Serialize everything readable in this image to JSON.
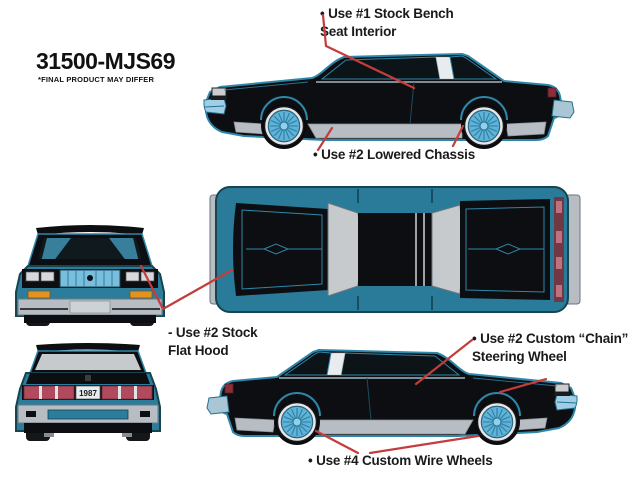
{
  "header": {
    "title": "31500-MJS69",
    "disclaimer": "*FINAL PRODUCT MAY DIFFER"
  },
  "annotations": {
    "bench_seat": "• Use #1 Stock Bench\nSeat Interior",
    "lowered_chassis": "• Use #2 Lowered Chassis",
    "flat_hood": "- Use #2 Stock\nFlat Hood",
    "steering_wheel": "• Use #2 Custom “Chain”\nSteering Wheel",
    "wire_wheels": "• Use #4 Custom Wire Wheels"
  },
  "vehicle": {
    "license_plate": "1987",
    "views": [
      "side-profile-lowered",
      "top",
      "front",
      "rear",
      "side-profile-custom"
    ]
  },
  "colors": {
    "pointer_red": "#c43c3c",
    "body_black": "#0c0e11",
    "trim_teal": "#2e86a8",
    "body_teal": "#2c7d9c",
    "wheel_blue": "#5fb2d8",
    "rocker_gray": "#b7bdc3",
    "glass_gray": "#c6cacd",
    "signal_orange": "#e2921e",
    "taillight_red": "#b14a5c",
    "taillight_maroon": "#703844"
  }
}
